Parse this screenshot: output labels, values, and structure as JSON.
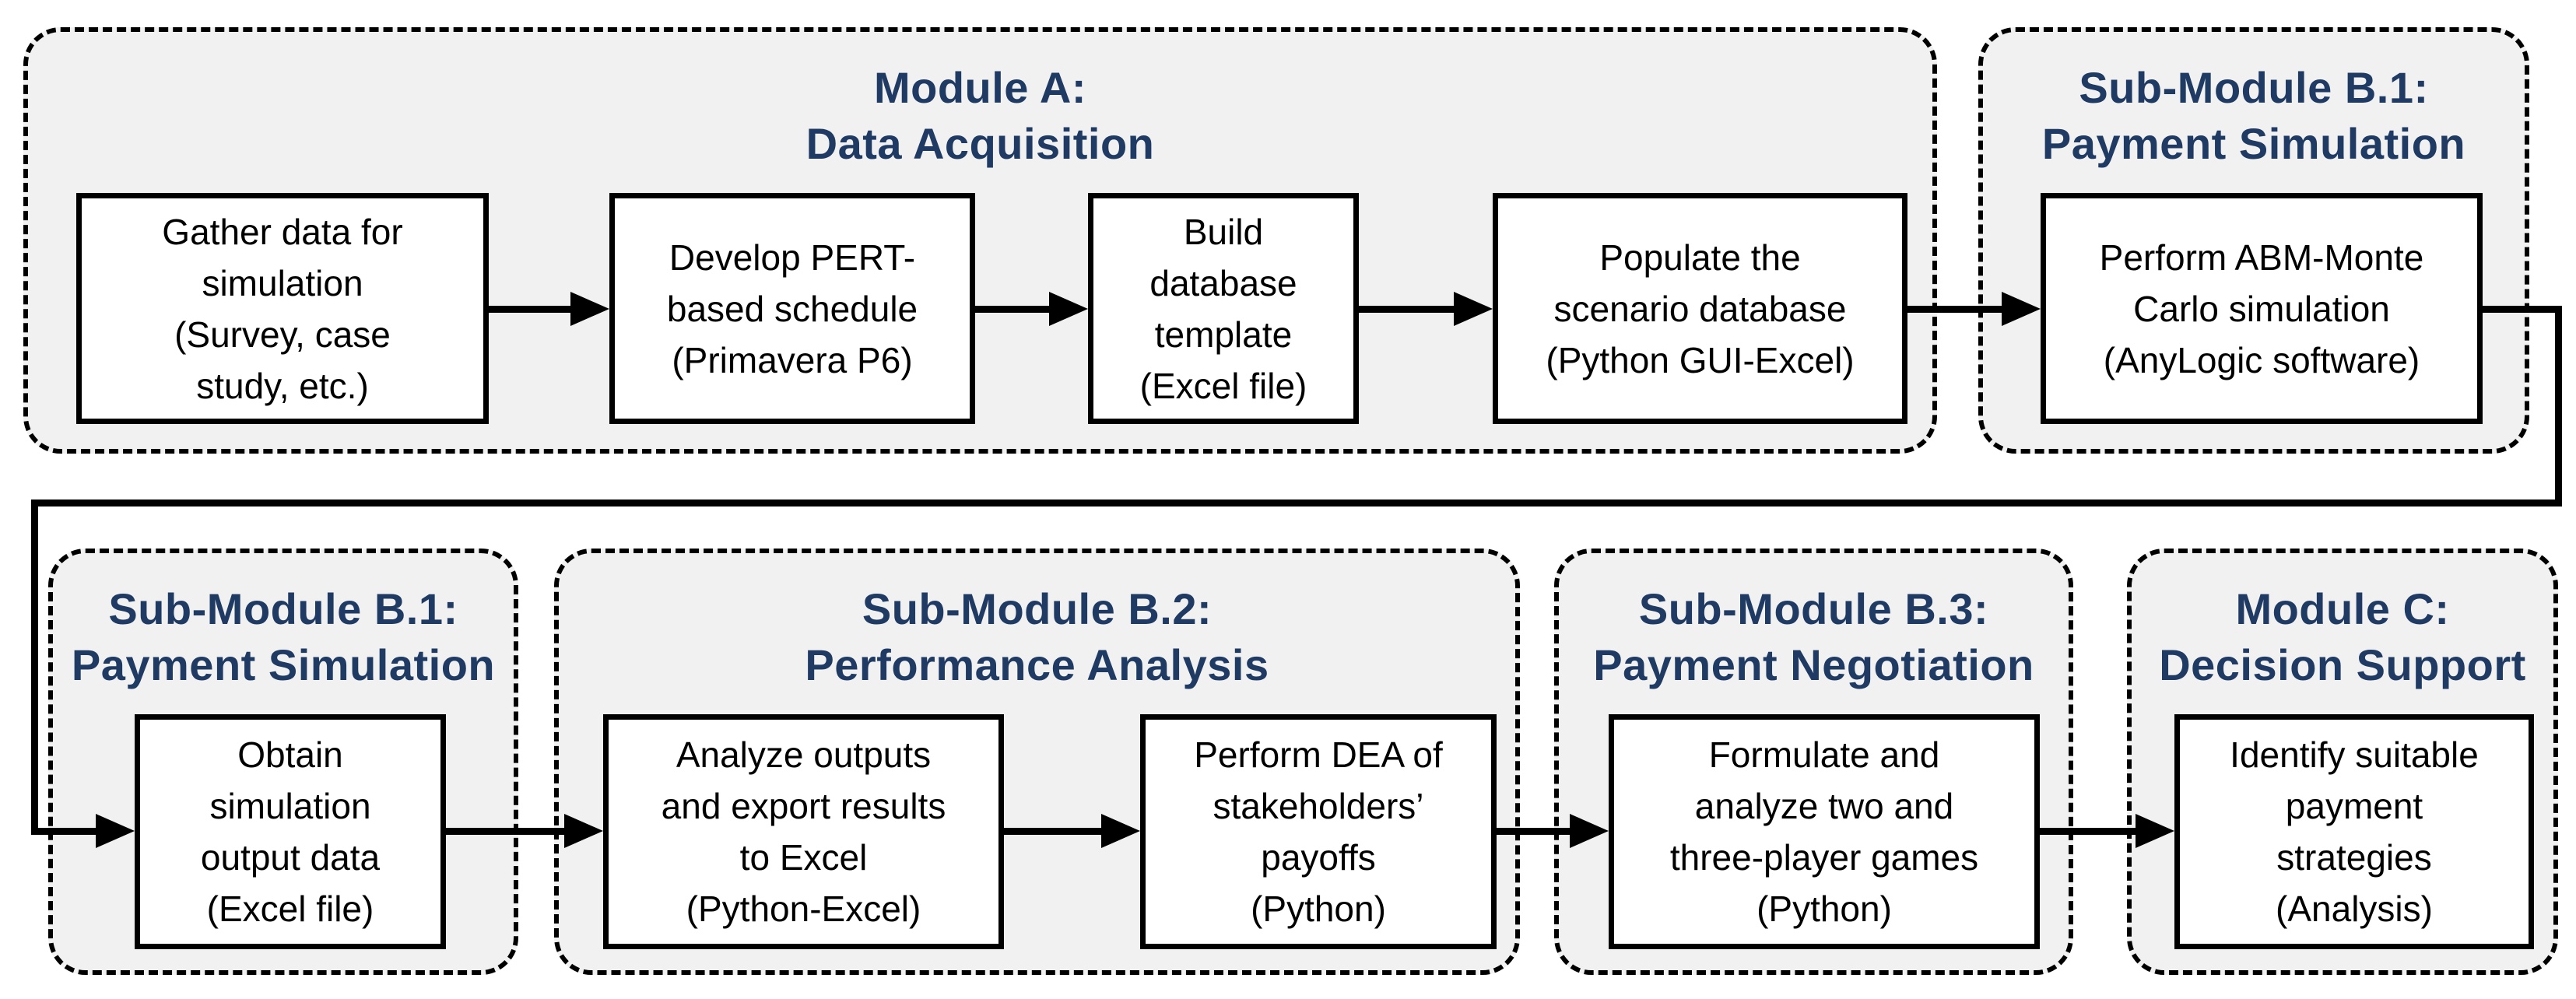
{
  "diagram": {
    "type": "flowchart",
    "colors": {
      "title_text": "#1f3a63",
      "container_fill": "#f1f1f1",
      "container_border": "#000000",
      "box_fill": "#ffffff",
      "box_border": "#000000",
      "arrow": "#000000",
      "page_background": "#ffffff"
    }
  },
  "modules": [
    {
      "id": "module-a",
      "title": "Module A:\nData Acquisition",
      "boxes": [
        {
          "text": "Gather data for\nsimulation\n(Survey, case\nstudy, etc.)"
        },
        {
          "text": "Develop PERT-\nbased schedule\n(Primavera P6)"
        },
        {
          "text": "Build\ndatabase\ntemplate\n(Excel file)"
        },
        {
          "text": "Populate the\nscenario database\n(Python GUI-Excel)"
        }
      ]
    },
    {
      "id": "sub-module-b1-top",
      "title": "Sub-Module B.1:\nPayment Simulation",
      "boxes": [
        {
          "text": "Perform ABM-Monte\nCarlo simulation\n(AnyLogic software)"
        }
      ]
    },
    {
      "id": "sub-module-b1-bottom",
      "title": "Sub-Module B.1:\nPayment Simulation",
      "boxes": [
        {
          "text": "Obtain\nsimulation\noutput data\n(Excel file)"
        }
      ]
    },
    {
      "id": "sub-module-b2",
      "title": "Sub-Module B.2:\nPerformance Analysis",
      "boxes": [
        {
          "text": "Analyze outputs\nand export results\nto Excel\n(Python-Excel)"
        },
        {
          "text": "Perform DEA of\nstakeholders’\npayoffs\n(Python)"
        }
      ]
    },
    {
      "id": "sub-module-b3",
      "title": "Sub-Module B.3:\nPayment Negotiation",
      "boxes": [
        {
          "text": "Formulate and\nanalyze two and\nthree-player games\n(Python)"
        }
      ]
    },
    {
      "id": "module-c",
      "title": "Module C:\nDecision Support",
      "boxes": [
        {
          "text": "Identify suitable\npayment\nstrategies\n(Analysis)"
        }
      ]
    }
  ]
}
